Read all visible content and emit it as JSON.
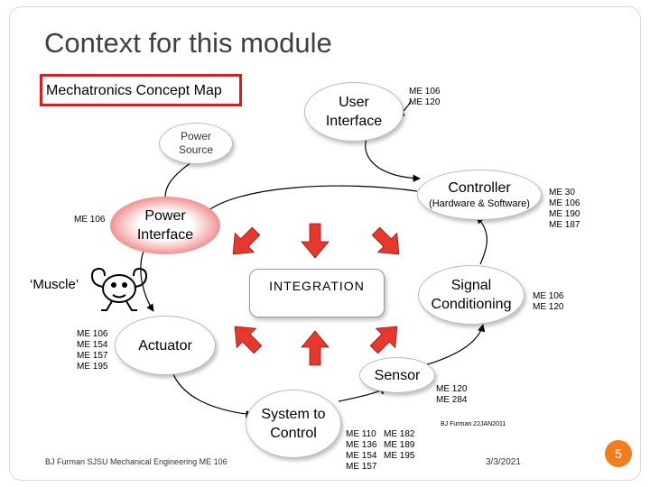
{
  "title": "Context for this module",
  "concept_map_label": "Mechatronics Concept Map",
  "nodes": {
    "user_interface": "User\nInterface",
    "power_source": "Power\nSource",
    "controller": "Controller",
    "controller_sub": "(Hardware & Software)",
    "power_interface": "Power\nInterface",
    "integration": "INTEGRATION",
    "signal_conditioning": "Signal\nConditioning",
    "actuator": "Actuator",
    "sensor": "Sensor",
    "system_to_control": "System to\nControl",
    "muscle": "‘Muscle’"
  },
  "courses": {
    "user_interface": "ME 106\nME 120",
    "controller": "ME 30\nME 106\nME 190\nME 187",
    "power_interface": "ME 106",
    "signal_conditioning": "ME 106\nME 120",
    "actuator": "ME 106\nME 154\nME 157\nME 195",
    "sensor": "ME 120\nME 284",
    "system_col1": "ME 110\nME 136\nME 154\nME 157",
    "system_col2": "ME 182\nME 189\nME 195"
  },
  "footer": {
    "author": "BJ Furman SJSU Mechanical Engineering  ME 106",
    "stamp": "BJ Furman 22JAN2011",
    "date": "3/3/2021",
    "page": "5"
  },
  "colors": {
    "highlight": "#e01a1a",
    "arrow_fill": "#e8372c",
    "page_badge": "#f07d1e"
  },
  "icons": [
    "muscle-figure-icon"
  ]
}
